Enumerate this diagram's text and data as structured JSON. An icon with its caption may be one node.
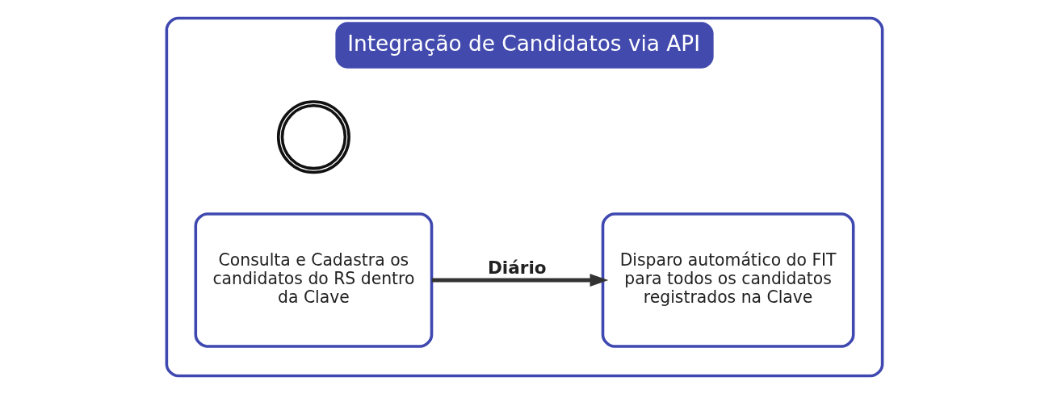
{
  "diagram": {
    "nodes": [
      {
        "text": [
          "Integração de Candidatos via API"
        ]
      },
      {
        "text": [
          "Consulta e Cadastra os candidatos do RS dentro da Clave"
        ],
        "in": 0
      },
      {
        "text": [],
        "shape": "picture",
        "in": 0
      },
      {
        "text": [
          "Disparo automático do FIT para todos os candidatos registrados na Clave"
        ],
        "in": 0
      }
    ],
    "edges": [
      {
        "from": 1,
        "to": 3,
        "arrow": "to",
        "label": "Diário"
      }
    ]
  }
}
